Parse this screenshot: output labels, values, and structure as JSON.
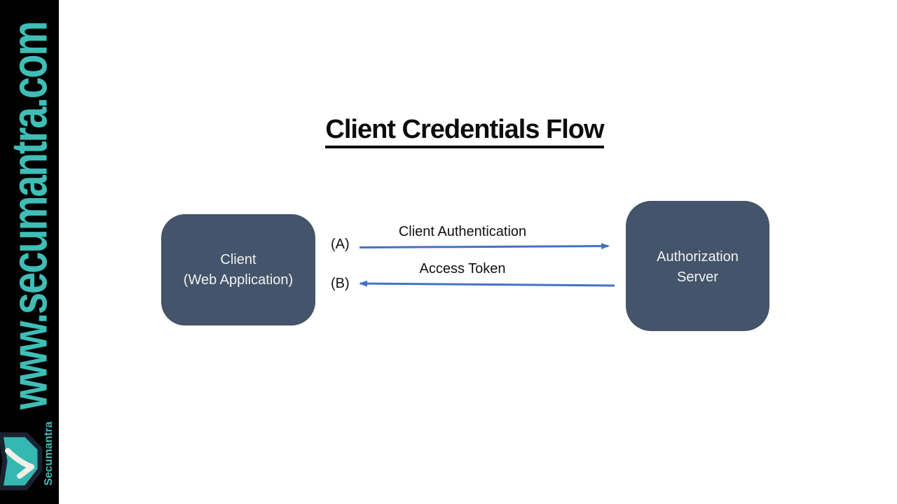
{
  "branding": {
    "watermark": "www.secumantra.com",
    "logo_label": "Secumantra",
    "teal": "#3FBDB7",
    "logo_fill": "#35B8B1",
    "logo_outline": "#1A2230",
    "logo_arrow_color": "#F2EEE9"
  },
  "title": "Client Credentials Flow",
  "diagram": {
    "client_box": {
      "line1": "Client",
      "line2": "(Web Application)"
    },
    "auth_box": {
      "line1": "Authorization",
      "line2": "Server"
    },
    "flows": [
      {
        "step": "(A)",
        "label": "Client Authentication",
        "direction": "client-to-server"
      },
      {
        "step": "(B)",
        "label": "Access Token",
        "direction": "server-to-client"
      }
    ],
    "box_color": "#44546A",
    "box_text_color": "#F2F2F2",
    "arrow_color": "#4472C4"
  }
}
